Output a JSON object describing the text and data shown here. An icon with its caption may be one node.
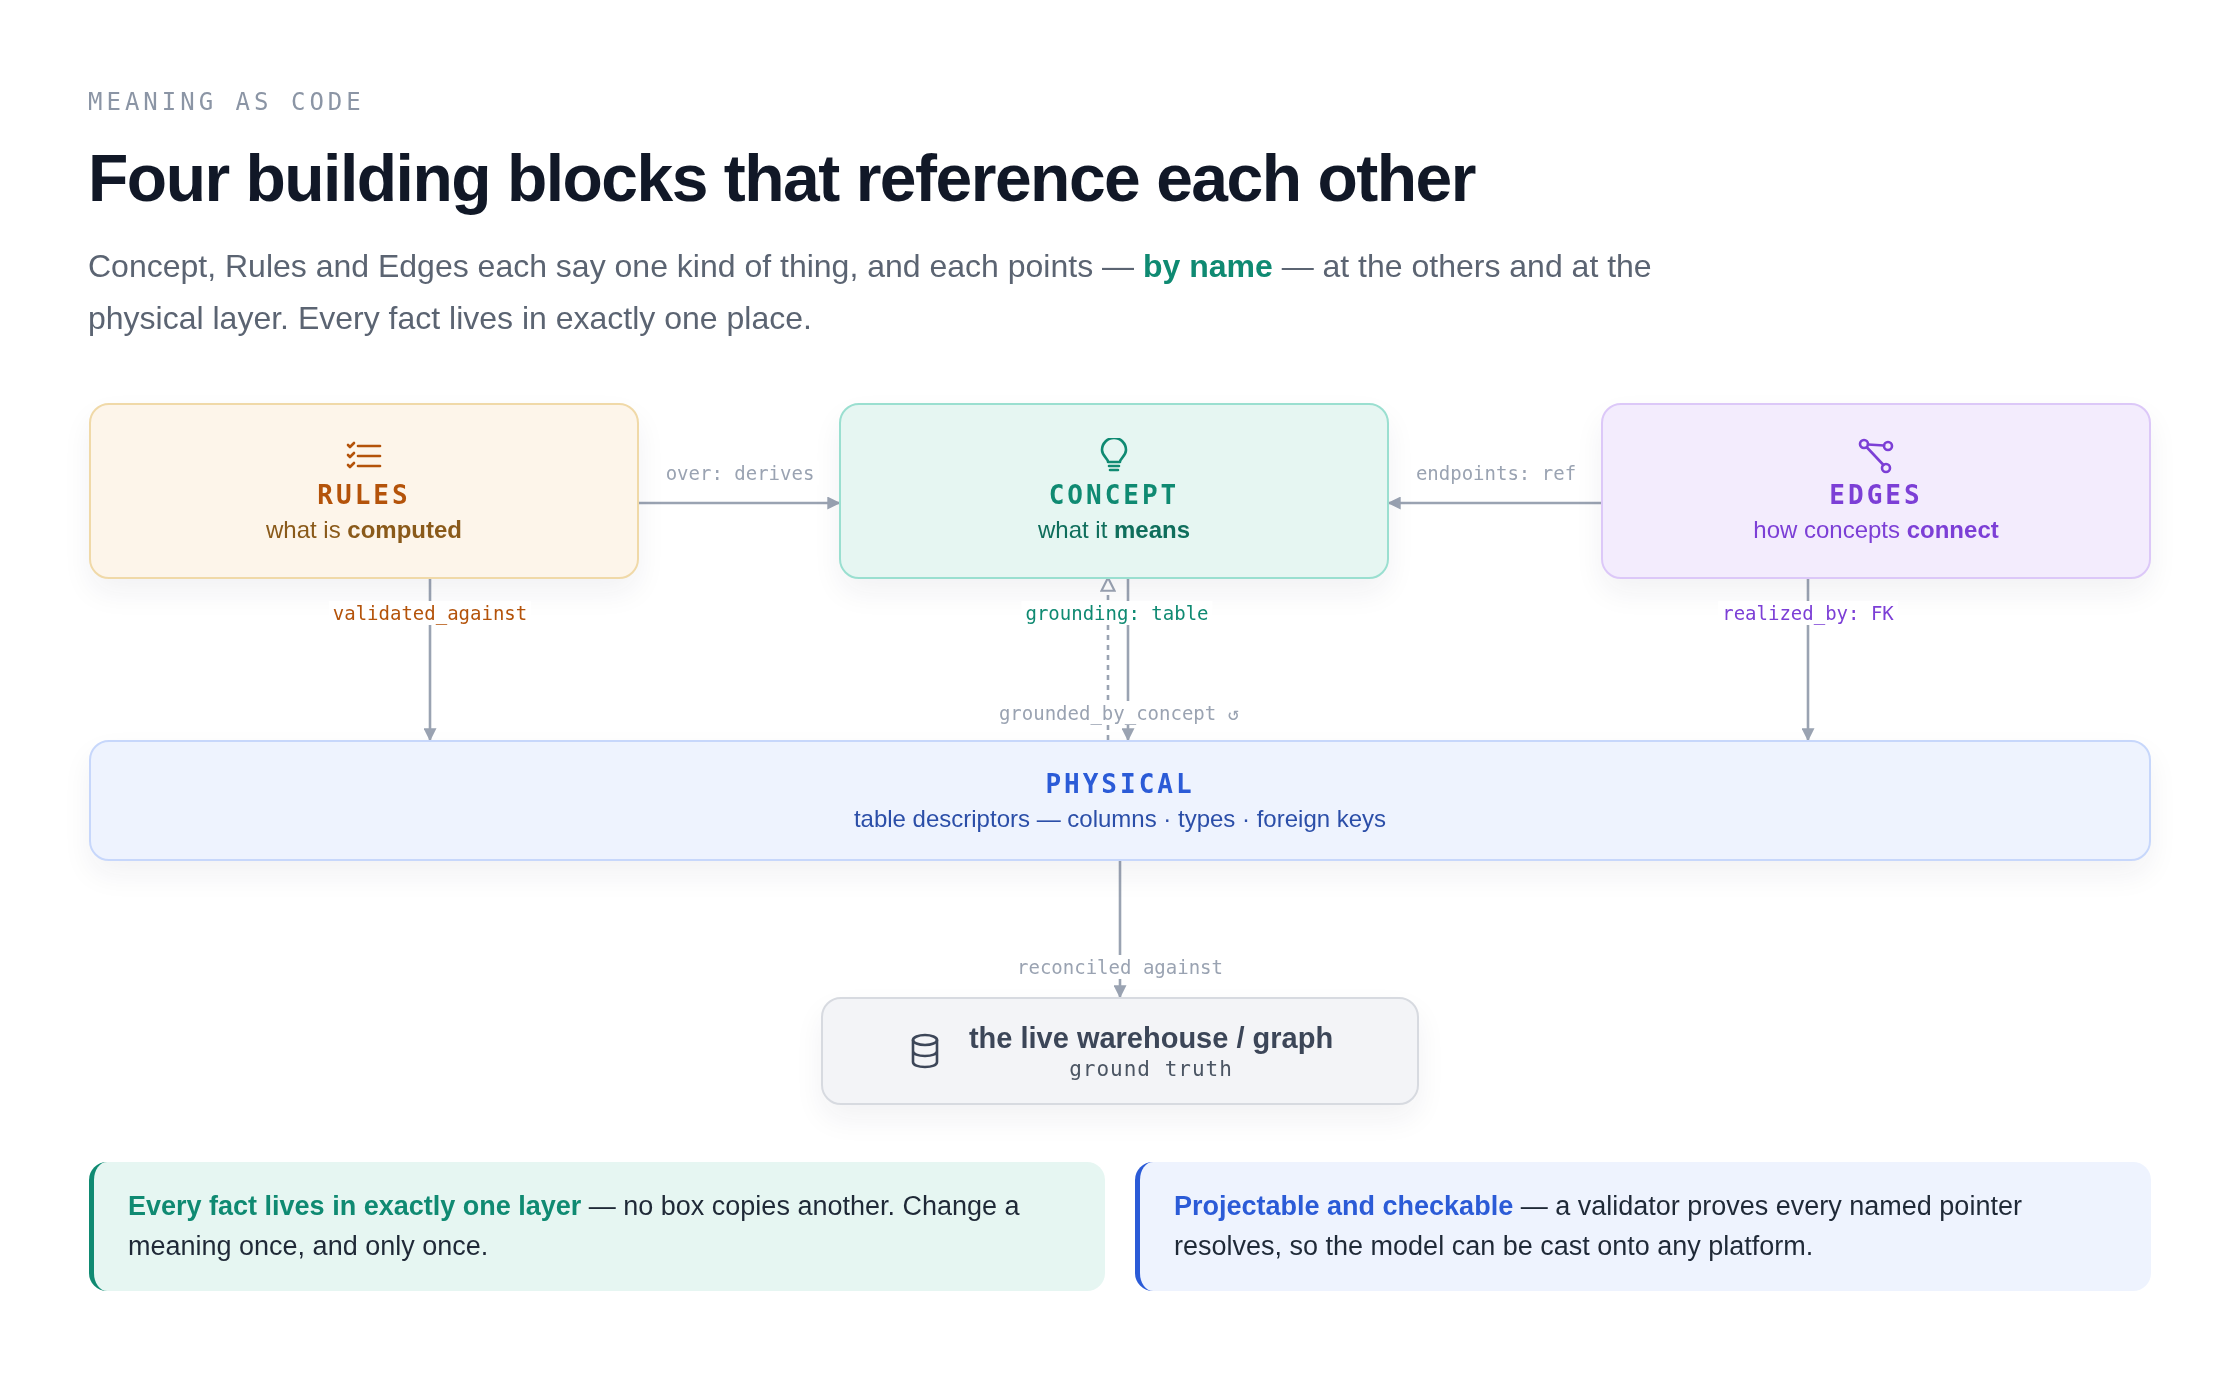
{
  "diagram": {
    "title": "Four building blocks that reference each other",
    "nodes": [
      {
        "text": [
          "RULES",
          "what is **computed**"
        ]
      },
      {
        "text": [
          "CONCEPT",
          "what it **means**"
        ]
      },
      {
        "text": [
          "EDGES",
          "how concepts **connect**"
        ]
      },
      {
        "text": [
          "PHYSICAL",
          "table descriptors — columns · types · foreign keys"
        ]
      },
      {
        "text": [
          "the live warehouse / graph",
          "ground truth"
        ]
      },
      {
        "text": [
          "**Every fact lives in exactly one layer** — no box copies another. Change a meaning once, and only once."
        ]
      },
      {
        "text": [
          "**Projectable and checkable** — a validator proves every named pointer resolves, so the model can be cast onto any platform."
        ]
      }
    ],
    "edges": [
      {
        "from": 0,
        "to": 1,
        "arrow": "to",
        "label": "over: derives"
      },
      {
        "from": 2,
        "to": 1,
        "arrow": "to",
        "label": "endpoints: ref"
      },
      {
        "from": 0,
        "to": 3,
        "arrow": "to",
        "label": "validated_against"
      },
      {
        "from": 1,
        "to": 3,
        "arrow": "to",
        "label": "grounding: table"
      },
      {
        "from": 3,
        "to": 1,
        "arrow": "to",
        "label": "grounded_by_concept ↺",
        "style": "dashed"
      },
      {
        "from": 2,
        "to": 3,
        "arrow": "to",
        "label": "realized_by: FK"
      },
      {
        "from": 3,
        "to": 4,
        "arrow": "to",
        "label": "reconciled against"
      }
    ],
    "labels": [
      "MEANING AS CODE",
      "Concept, Rules and Edges each say one kind of thing, and each points — **by name** — at the others and at the physical layer. Every fact lives in exactly one place."
    ]
  }
}
